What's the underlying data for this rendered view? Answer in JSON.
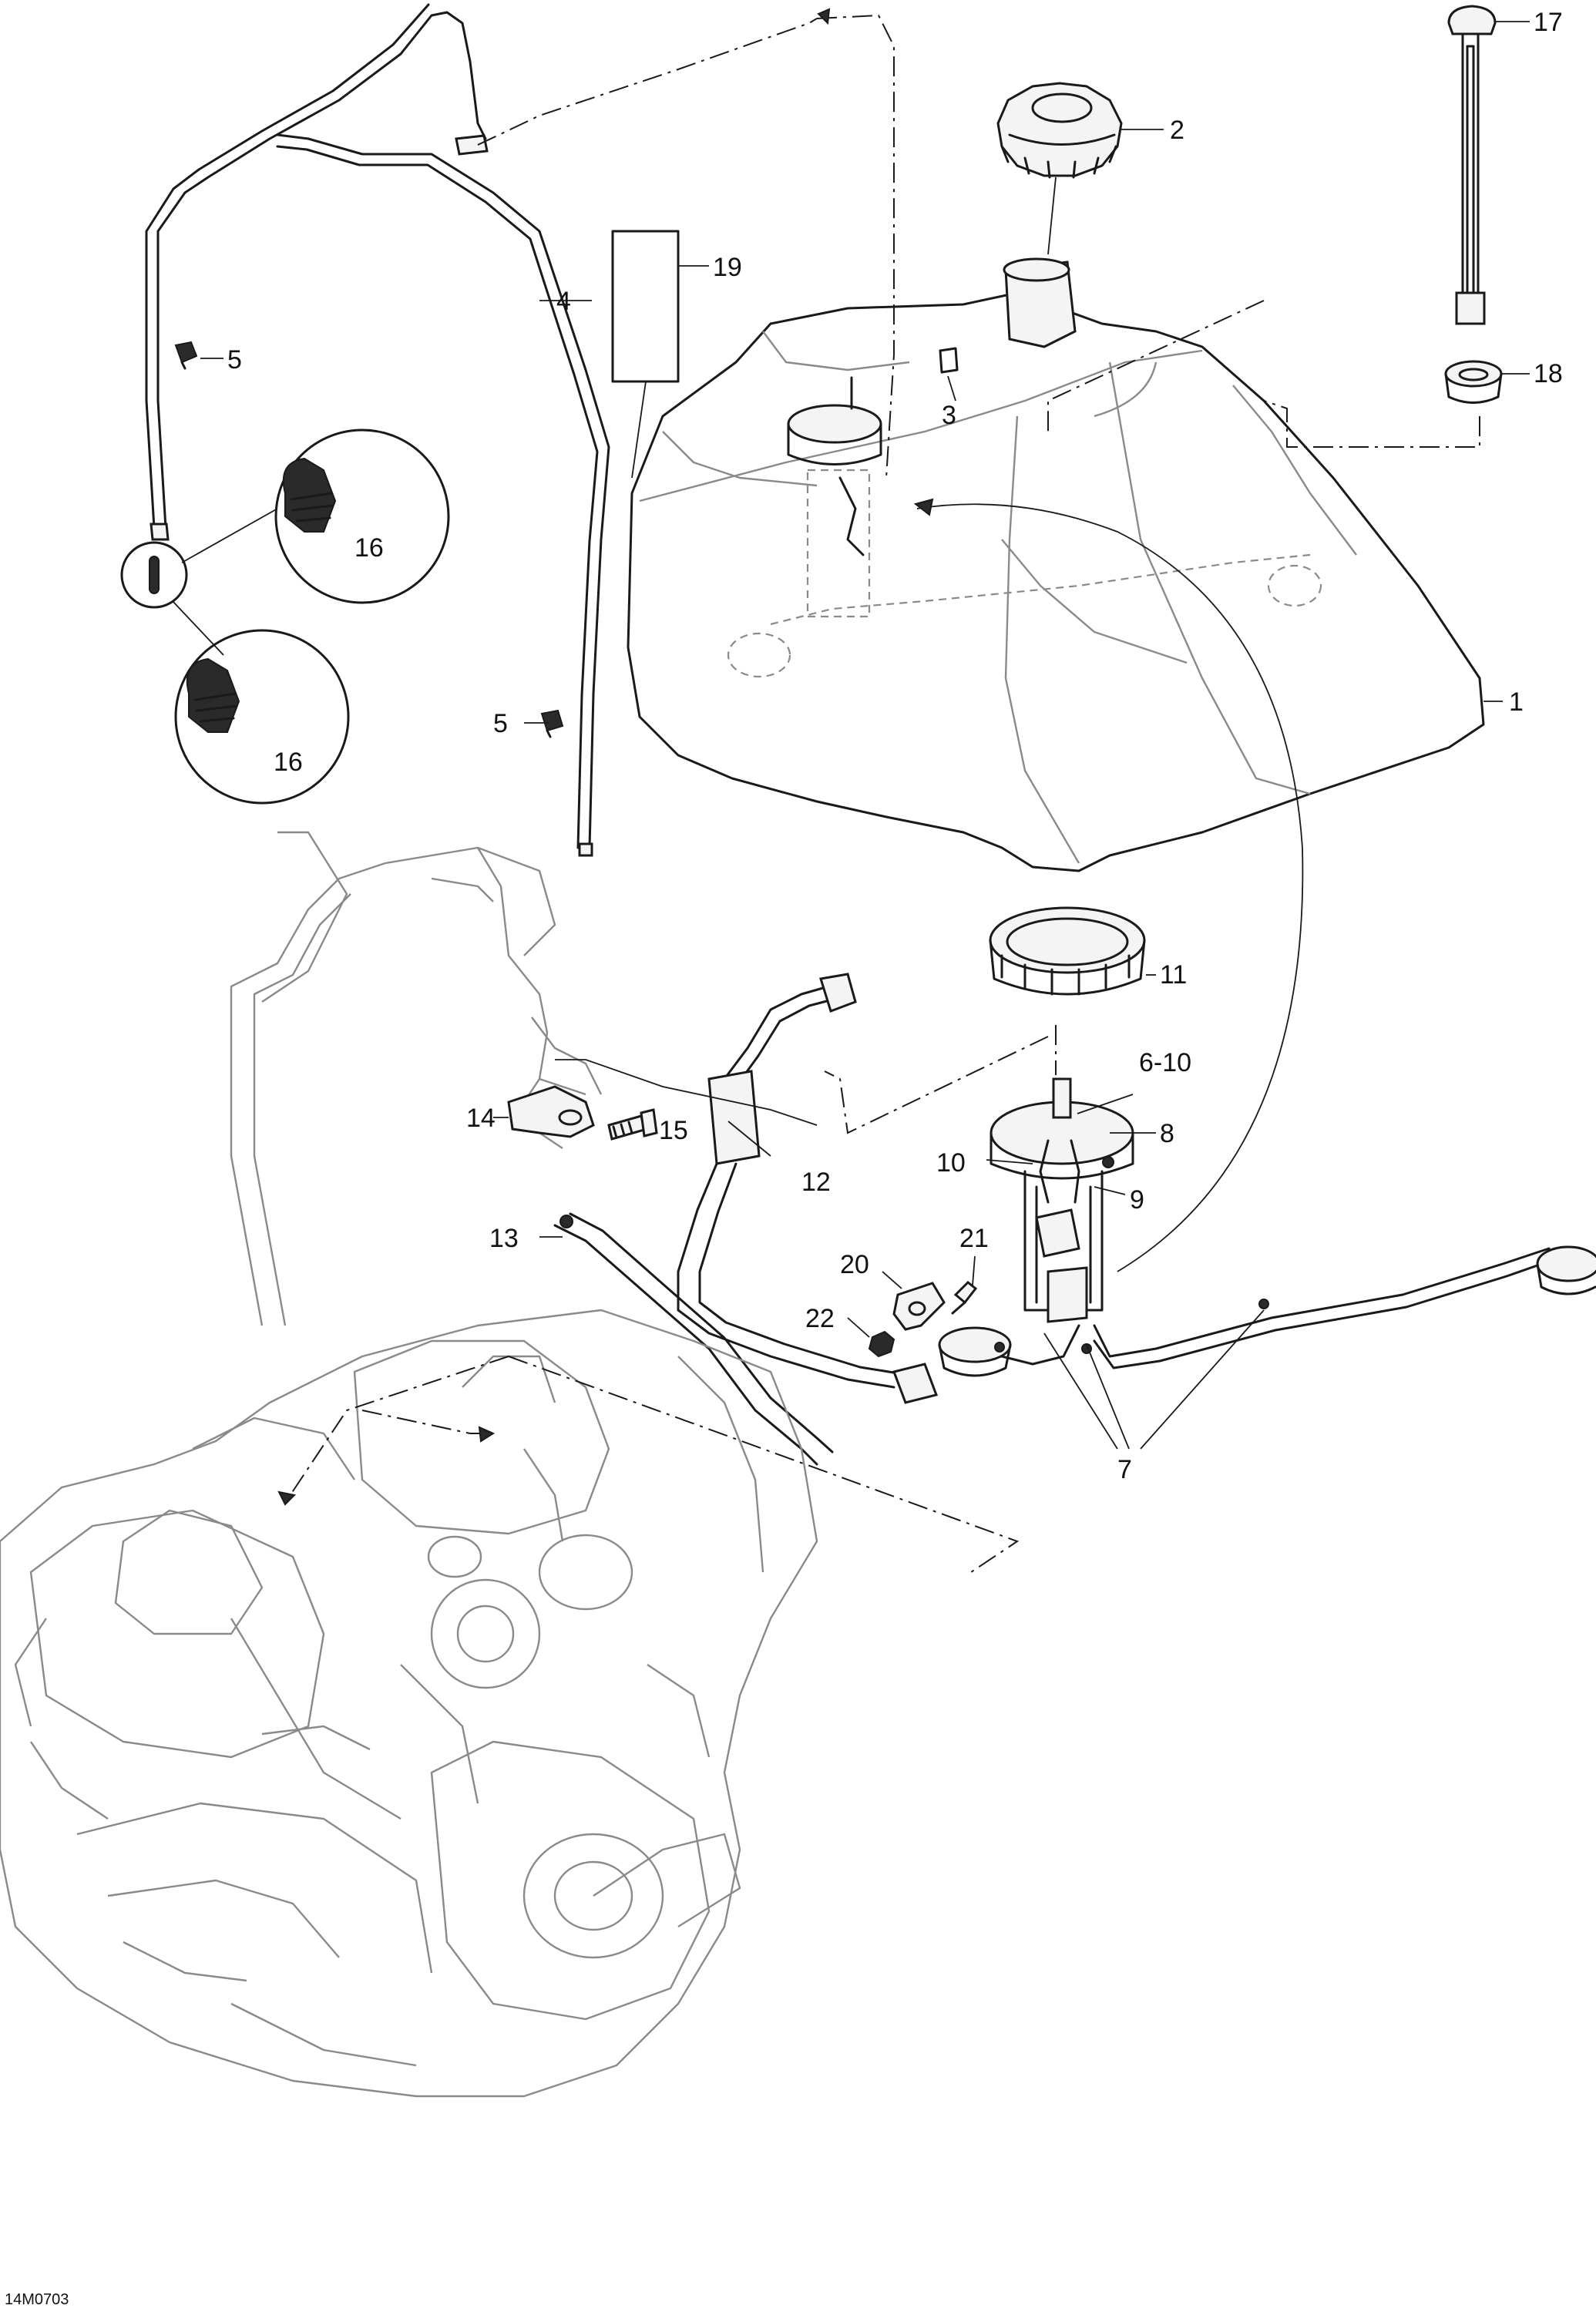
{
  "figure_ref": "14M0703",
  "callouts": [
    {
      "id": "c1",
      "label": "1"
    },
    {
      "id": "c2",
      "label": "2"
    },
    {
      "id": "c3",
      "label": "3"
    },
    {
      "id": "c4",
      "label": "4"
    },
    {
      "id": "c5a",
      "label": "5"
    },
    {
      "id": "c5b",
      "label": "5"
    },
    {
      "id": "c6",
      "label": "6-10"
    },
    {
      "id": "c7",
      "label": "7"
    },
    {
      "id": "c8",
      "label": "8"
    },
    {
      "id": "c9",
      "label": "9"
    },
    {
      "id": "c10",
      "label": "10"
    },
    {
      "id": "c11",
      "label": "11"
    },
    {
      "id": "c12",
      "label": "12"
    },
    {
      "id": "c13",
      "label": "13"
    },
    {
      "id": "c14",
      "label": "14"
    },
    {
      "id": "c15",
      "label": "15"
    },
    {
      "id": "c16a",
      "label": "16"
    },
    {
      "id": "c16b",
      "label": "16"
    },
    {
      "id": "c17",
      "label": "17"
    },
    {
      "id": "c18",
      "label": "18"
    },
    {
      "id": "c19",
      "label": "19"
    },
    {
      "id": "c20",
      "label": "20"
    },
    {
      "id": "c21",
      "label": "21"
    },
    {
      "id": "c22",
      "label": "22"
    }
  ]
}
